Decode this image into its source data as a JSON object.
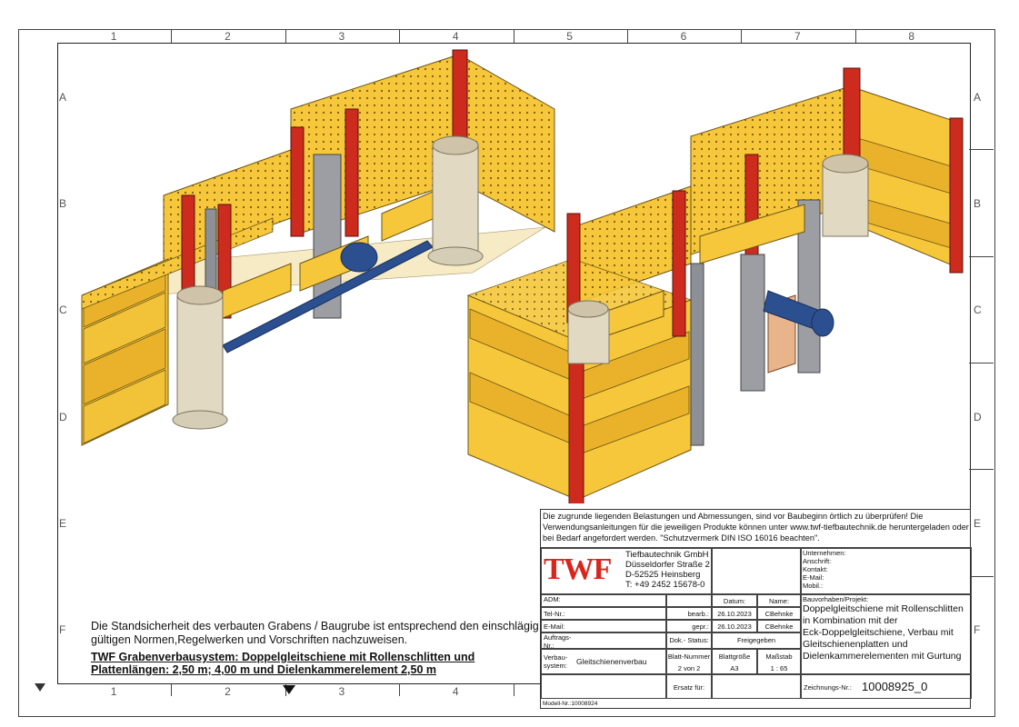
{
  "grid": {
    "columns": [
      "1",
      "2",
      "3",
      "4",
      "5",
      "6",
      "7",
      "8"
    ],
    "rows": [
      "A",
      "B",
      "C",
      "D",
      "E",
      "F"
    ]
  },
  "notes": {
    "stability": "Die Standsicherheit des verbauten Grabens / Baugrube ist entsprechend den einschlägig gültigen Normen,Regelwerken und Vorschriften nachzuweisen.",
    "system_description": "TWF Grabenverbausystem: Doppelgleitschiene mit Rollenschlitten und Plattenlängen: 2,50 m; 4,00 m und Dielenkammerelement 2,50 m"
  },
  "title_block": {
    "notice": "Die zugrunde liegenden Belastungen und Abmessungen, sind vor Baubeginn örtlich zu überprüfen! Die Verwendungsanleitungen für die jeweiligen Produkte können unter www.twf-tiefbautechnik.de heruntergeladen oder bei Bedarf angefordert werden. \"Schutzvermerk DIN ISO 16016 beachten\".",
    "logo_text": "TWF",
    "company_lines": "Tiefbautechnik GmbH\nDüsseldorfer Straße 2\nD-52525 Heinsberg\nT: +49 2452 15678-0",
    "client_labels": "Unternehmen:\nAnschrift:\nKontakt:\nE-Mail:\nMobil.:",
    "adm_label": "ADM:",
    "tel_label": "Tel-Nr.:",
    "email_label": "E-Mail:",
    "order_label": "Auftrags-\nNr.:",
    "system_label": "Verbau-\nsystem:",
    "system_value": "Gleitschienenverbau",
    "date_header": "Datum:",
    "name_header": "Name:",
    "bearb_label": "bearb.:",
    "bearb_date": "26.10.2023",
    "bearb_name": "CBehnke",
    "gepr_label": "gepr.:",
    "gepr_date": "26.10.2023",
    "gepr_name": "CBehnke",
    "doc_status_label": "Dok.- Status:",
    "doc_status_value": "Freigegeben",
    "sheet_no_label": "Blatt-Nummer",
    "sheet_no_value": "2 von 2",
    "sheet_size_label": "Blattgröße",
    "sheet_size_value": "A3",
    "scale_label": "Maßstab",
    "scale_value": "1 : 65",
    "replace_label": "Ersatz für:",
    "project_label": "Bauvorhaben/Projekt:",
    "project_text": "Doppelgleitschiene mit Rollenschlitten\nin Kombination mit der\nEck-Doppelgleitschiene, Verbau mit\nGleitschienenplatten und\nDielenkammerelementen mit Gurtung",
    "drawing_no_label": "Zeichnungs-Nr.:",
    "drawing_no_value": "10008925_0",
    "model_no": "Modell-Nr.:10008924"
  },
  "colors": {
    "panel_yellow": "#f6c73a",
    "panel_dark": "#d9a21f",
    "post_red": "#cc2b1d",
    "rail_grey": "#9c9ea3",
    "pipe_blue": "#2c4f8f",
    "shaft_beige": "#e2d9c3",
    "logo_red": "#d8261c"
  }
}
